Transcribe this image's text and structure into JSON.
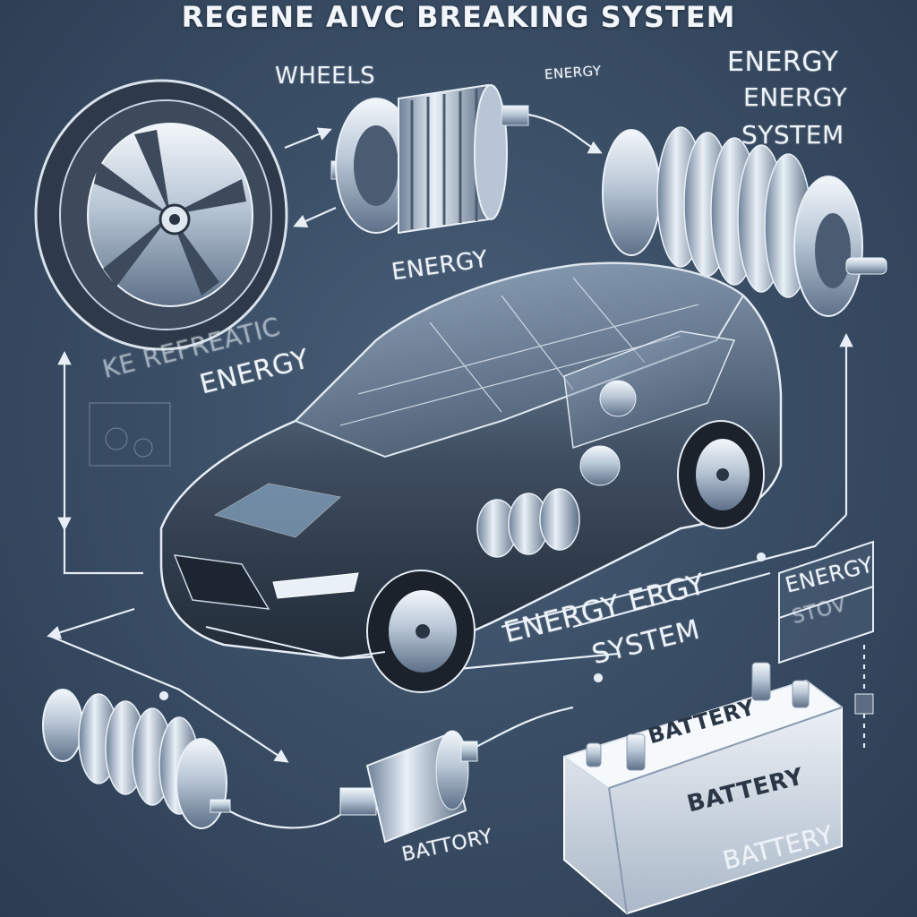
{
  "title": "REGENE AIVC BREAKING SYSTEM",
  "labels": {
    "wheels": "WHEELS",
    "energy_small": "ENERGY",
    "energy_right_1": "ENERGY",
    "energy_right_2": "ENERGY",
    "energy_right_3": "SYSTEM",
    "energy_center": "ENERGY",
    "kinetic_1": "KE REFREATIC",
    "kinetic_2": "ENERGY",
    "energy_ergy_1": "ENERGY ERGY",
    "energy_ergy_2": "SYSTEM",
    "storage_box_1": "ENERGY",
    "storage_box_2": "STOV",
    "battery_1": "BATTERY",
    "battery_2": "BATTERY",
    "battery_3": "BATTERY",
    "battor": "BATTORY"
  },
  "colors": {
    "background": "#3a4e66",
    "line": "#e6edf5",
    "metal_light": "#dfe7f0",
    "metal_dark": "#5c6f86",
    "body_dark": "#2f3b4b"
  }
}
